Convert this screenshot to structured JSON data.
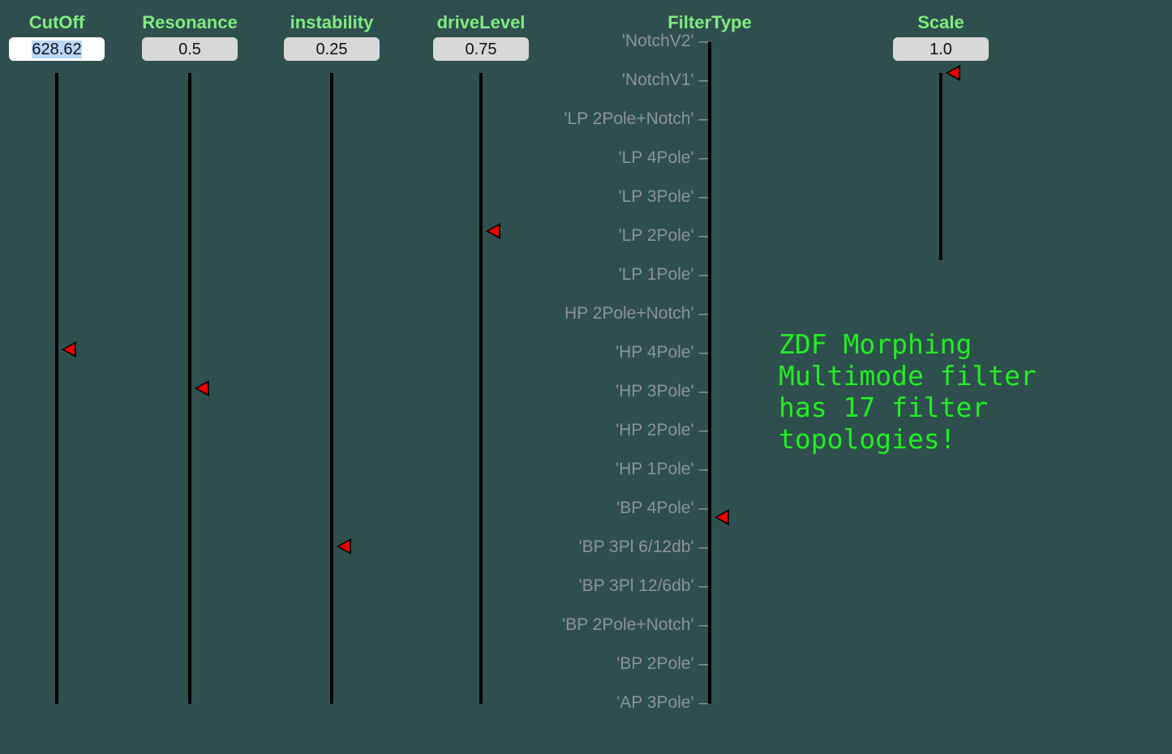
{
  "sliders": [
    {
      "name": "cutoff",
      "label": "CutOff",
      "value": "628.62",
      "fraction": 0.562,
      "active": true
    },
    {
      "name": "resonance",
      "label": "Resonance",
      "value": "0.5",
      "fraction": 0.5
    },
    {
      "name": "instability",
      "label": "instability",
      "value": "0.25",
      "fraction": 0.25
    },
    {
      "name": "drive-level",
      "label": "driveLevel",
      "value": "0.75",
      "fraction": 0.75
    }
  ],
  "filter_type": {
    "label": "FilterType",
    "selected": "'BP 4Pole'",
    "options": [
      "'NotchV2'",
      "'NotchV1'",
      "'LP 2Pole+Notch'",
      "'LP 4Pole'",
      "'LP 3Pole'",
      "'LP 2Pole'",
      "'LP 1Pole'",
      "HP 2Pole+Notch'",
      "'HP 4Pole'",
      "'HP 3Pole'",
      "'HP 2Pole'",
      "'HP 1Pole'",
      "'BP 4Pole'",
      "'BP 3Pl 6/12db'",
      "'BP 3Pl 12/6db'",
      "'BP 2Pole+Notch'",
      "'BP 2Pole'",
      "'AP 3Pole'"
    ]
  },
  "scale": {
    "label": "Scale",
    "value": "1.0",
    "fraction": 1.0
  },
  "note": "ZDF Morphing\nMultimode filter\nhas 17 filter\ntopologies!"
}
